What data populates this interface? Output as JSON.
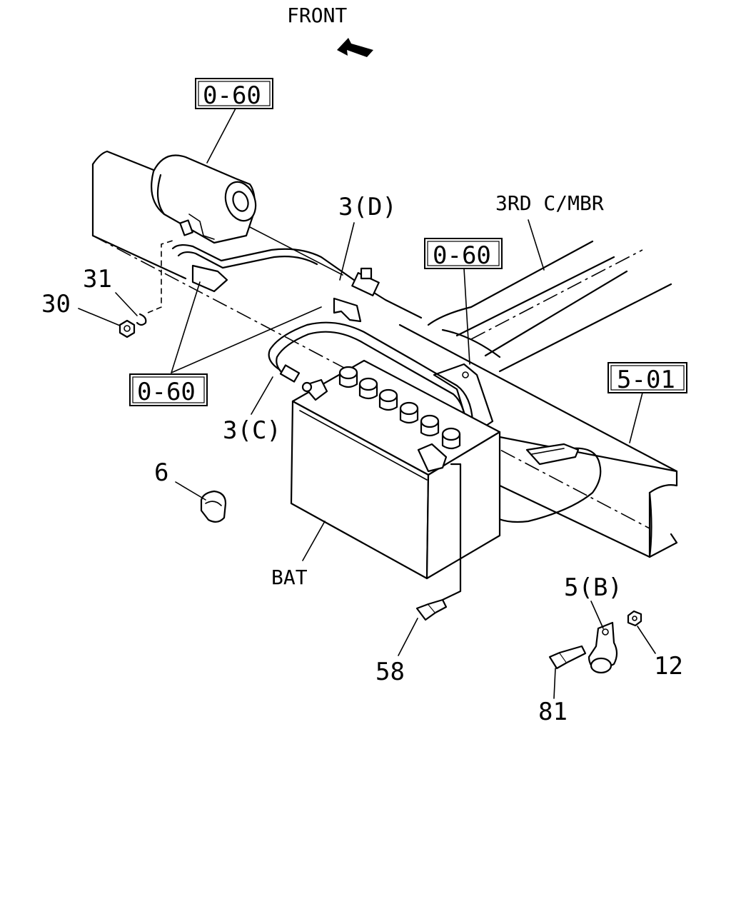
{
  "title": "FRONT",
  "labels": {
    "ref_starter": "0-60",
    "ref_bracket": "0-60",
    "ref_battery_clamp": "0-60",
    "ref_frame": "5-01",
    "cable_3d": "3(D)",
    "cable_3c": "3(C)",
    "cross_member": "3RD C/MBR",
    "battery": "BAT",
    "part_30": "30",
    "part_31": "31",
    "part_6": "6",
    "part_58": "58",
    "part_5b": "5(B)",
    "part_12": "12",
    "part_81": "81"
  },
  "icons": {
    "front_arrow": "arrow-up-left-icon"
  }
}
